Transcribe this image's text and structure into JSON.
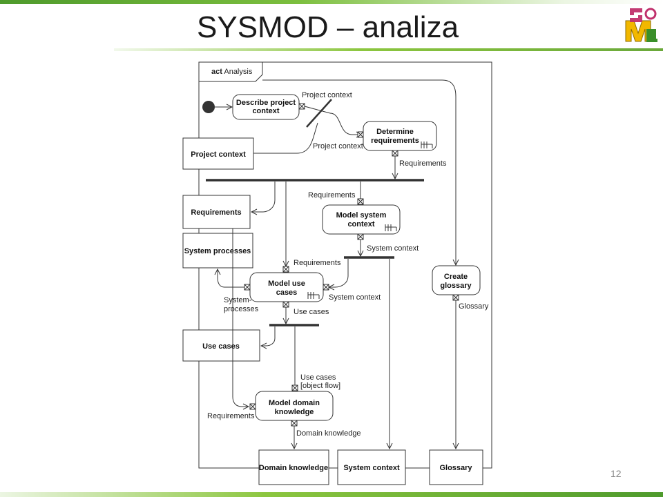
{
  "slide": {
    "title": "SYSMOD – analiza",
    "page_number": "12"
  },
  "diagram": {
    "frame_keyword": "act",
    "frame_name": "Analysis",
    "actions": {
      "describe": [
        "Describe project",
        "context"
      ],
      "determine": [
        "Determine",
        "requirements"
      ],
      "model_system": [
        "Model system",
        "context"
      ],
      "model_use": [
        "Model use",
        "cases"
      ],
      "create_glossary": [
        "Create",
        "glossary"
      ],
      "model_domain": [
        "Model domain",
        "knowledge"
      ]
    },
    "objects": {
      "project_context": "Project context",
      "requirements": "Requirements",
      "system_processes": "System processes",
      "use_cases": "Use cases",
      "domain_knowledge": "Domain knowledge",
      "system_context": "System context",
      "glossary": "Glossary"
    },
    "pin_labels": {
      "project_context_out": "Project context",
      "project_context_in": "Project context",
      "requirements_out": "Requirements",
      "requirements_in_model_system": "Requirements",
      "system_context_out": "System context",
      "requirements_in_use_cases": "Requirements",
      "system_context_in_use_cases": "System context",
      "system_processes_out": [
        "System-",
        "processes"
      ],
      "use_cases_out": "Use cases",
      "glossary_out": "Glossary",
      "use_cases_in": [
        "Use cases",
        "[object flow]"
      ],
      "requirements_in_domain": "Requirements",
      "domain_knowledge_out": "Domain knowledge"
    }
  }
}
